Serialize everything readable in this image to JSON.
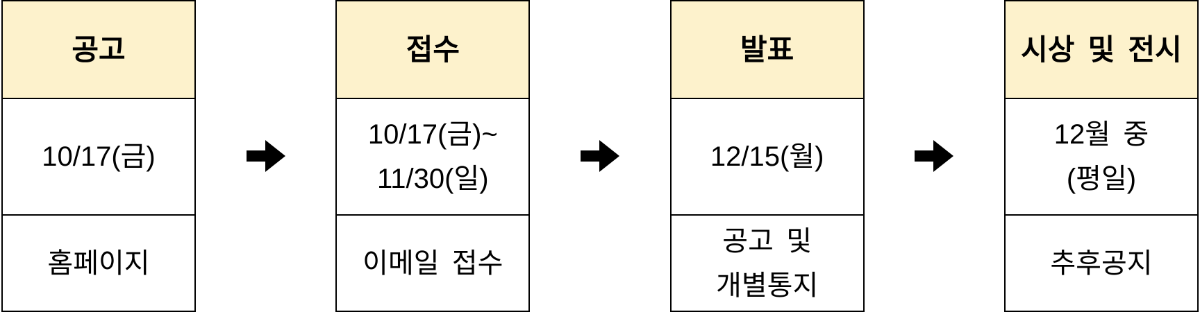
{
  "flow": {
    "steps": [
      {
        "title": "공고",
        "period_lines": [
          "10/17(금)"
        ],
        "method_lines": [
          "홈페이지"
        ]
      },
      {
        "title": "접수",
        "period_lines": [
          "10/17(금)~",
          "11/30(일)"
        ],
        "method_lines": [
          "이메일 접수"
        ]
      },
      {
        "title": "발표",
        "period_lines": [
          "12/15(월)"
        ],
        "method_lines": [
          "공고 및",
          "개별통지"
        ]
      },
      {
        "title": "시상 및 전시",
        "period_lines": [
          "12월 중",
          "(평일)"
        ],
        "method_lines": [
          "추후공지"
        ]
      }
    ],
    "arrow_icon": "right-arrow",
    "colors": {
      "header_bg": "#FDF2CC",
      "border": "#000000",
      "text": "#000000",
      "background": "#FFFFFF"
    }
  }
}
